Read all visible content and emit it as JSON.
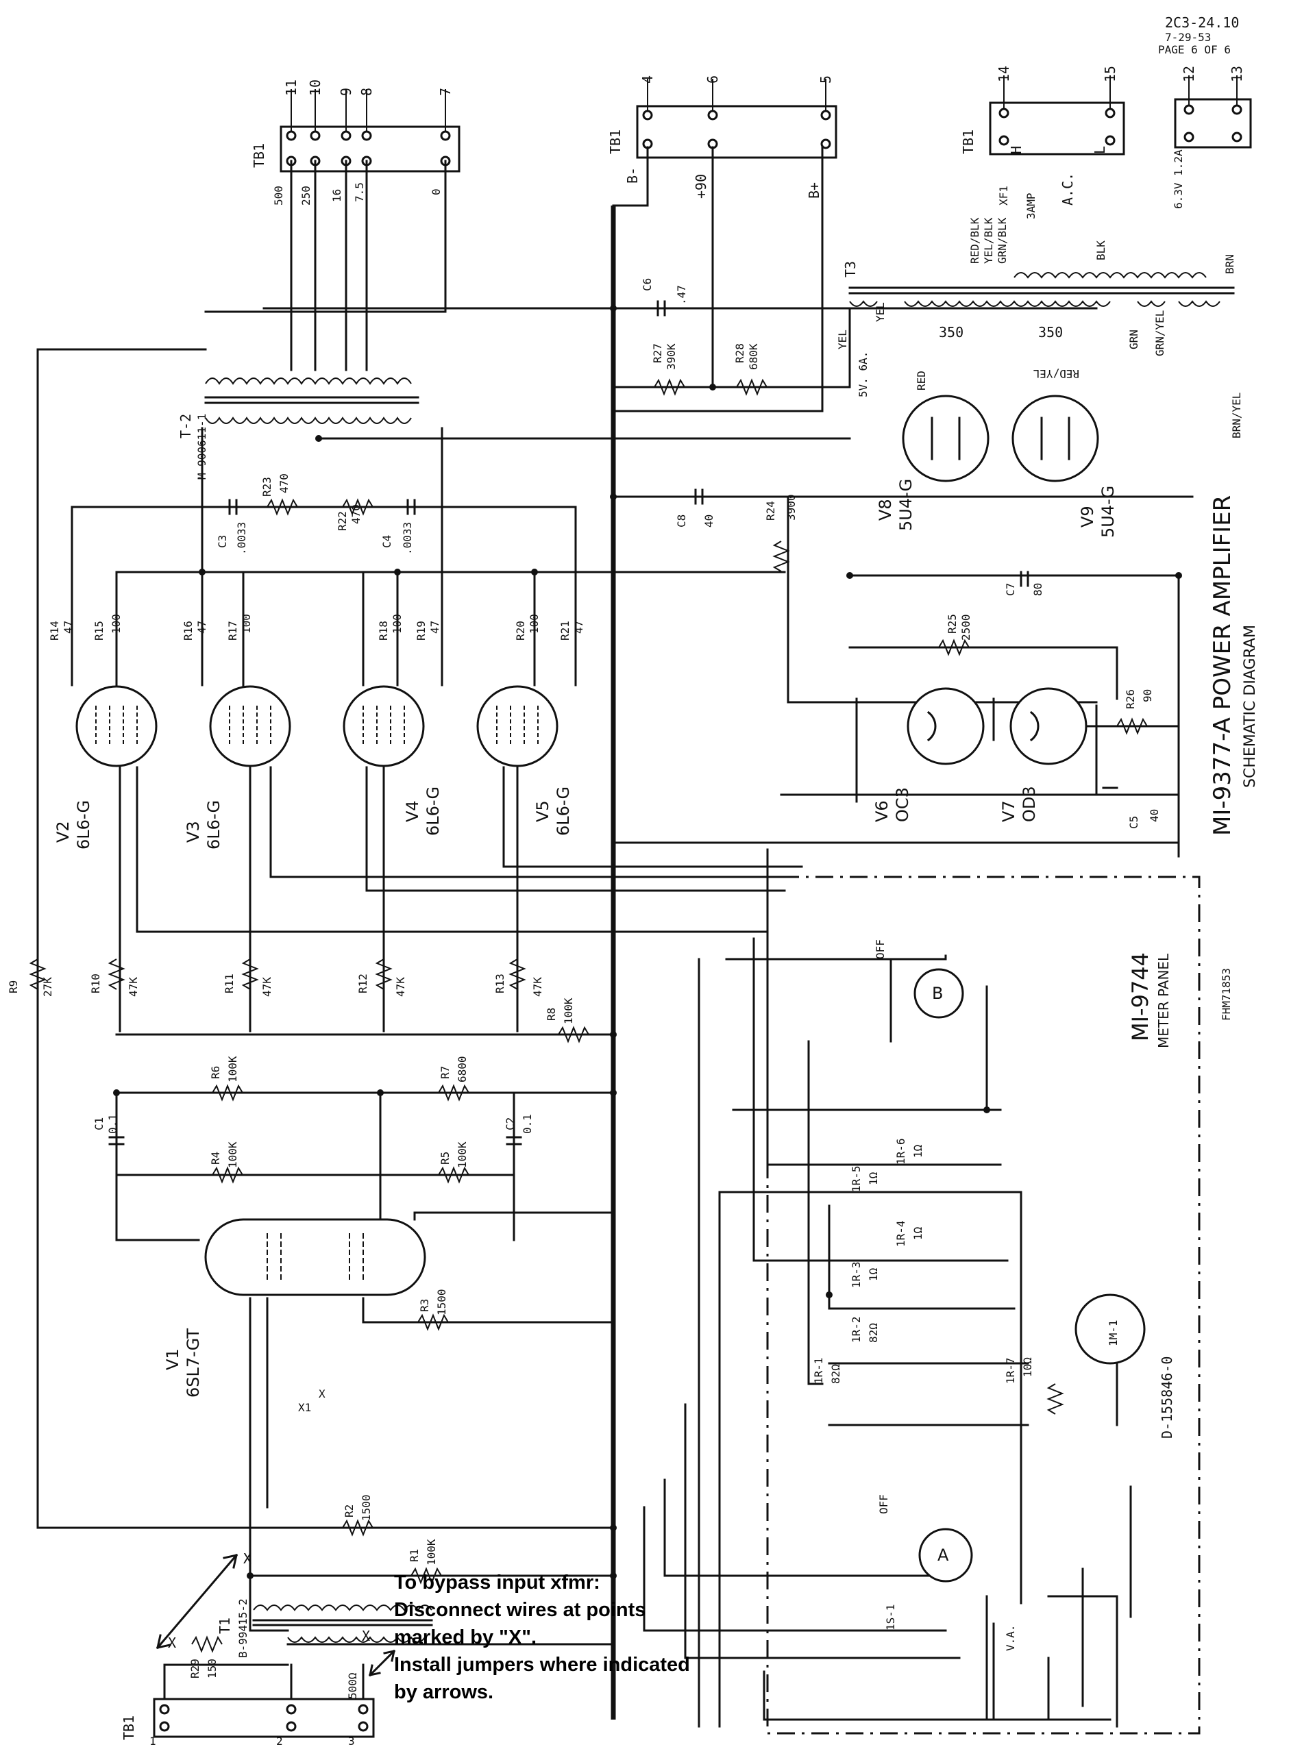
{
  "header": {
    "doc_no": "2C3-24.10",
    "date": "7-29-53",
    "page": "PAGE 6 OF 6"
  },
  "title": {
    "main": "MI-9377-A POWER AMPLIFIER",
    "sub": "SCHEMATIC DIAGRAM"
  },
  "meter_panel": {
    "title": "MI-9744",
    "sub": "METER PANEL",
    "ref": "FHM71853"
  },
  "drawing_no": "D-155846-0",
  "terminal_board": "TB1",
  "terminals": {
    "t1": "1",
    "t2": "2",
    "t3": "3",
    "t4": "4",
    "t5": "5",
    "t6": "6",
    "t7": "7",
    "t8": "8",
    "t9": "9",
    "t10": "10",
    "t11": "11",
    "t12": "12",
    "t13": "13",
    "t14": "14",
    "t15": "15"
  },
  "output_taps": [
    "500",
    "250",
    "16",
    "7.5",
    "0"
  ],
  "supply_labels": {
    "bminus": "B-",
    "p90": "+90",
    "bplus": "B+",
    "fil": "6.3V 1.2A",
    "ac": "A.C.",
    "h": "H",
    "l": "L"
  },
  "fuse": {
    "name": "XF1",
    "rating": "3AMP"
  },
  "wire_colors": [
    "RED/BLK",
    "YEL/BLK",
    "GRN/BLK",
    "BLK",
    "BRN",
    "YEL",
    "RED",
    "GRN",
    "RED/YEL",
    "BRN/YEL",
    "GRN/YEL"
  ],
  "transformers": {
    "t1": {
      "name": "T1",
      "part": "B-99415-2",
      "imp": "500Ω"
    },
    "t2": {
      "name": "T-2",
      "part": "M-900611-1"
    },
    "t3": {
      "name": "T3",
      "sec": "350",
      "fil": "5V. 6A."
    }
  },
  "tubes": [
    {
      "ref": "V1",
      "type": "6SL7-GT"
    },
    {
      "ref": "V2",
      "type": "6L6-G"
    },
    {
      "ref": "V3",
      "type": "6L6-G"
    },
    {
      "ref": "V4",
      "type": "6L6-G"
    },
    {
      "ref": "V5",
      "type": "6L6-G"
    },
    {
      "ref": "V6",
      "type": "OC3"
    },
    {
      "ref": "V7",
      "type": "OD3"
    },
    {
      "ref": "V8",
      "type": "5U4-G"
    },
    {
      "ref": "V9",
      "type": "5U4-G"
    }
  ],
  "resistors": [
    {
      "ref": "R1",
      "val": "100K"
    },
    {
      "ref": "R2",
      "val": "1500"
    },
    {
      "ref": "R3",
      "val": "1500"
    },
    {
      "ref": "R4",
      "val": "100K"
    },
    {
      "ref": "R5",
      "val": "100K"
    },
    {
      "ref": "R6",
      "val": "100K"
    },
    {
      "ref": "R7",
      "val": "6800"
    },
    {
      "ref": "R8",
      "val": "100K"
    },
    {
      "ref": "R9",
      "val": "27K"
    },
    {
      "ref": "R10",
      "val": "47K"
    },
    {
      "ref": "R11",
      "val": "47K"
    },
    {
      "ref": "R12",
      "val": "47K"
    },
    {
      "ref": "R13",
      "val": "47K"
    },
    {
      "ref": "R14",
      "val": "47"
    },
    {
      "ref": "R15",
      "val": "100"
    },
    {
      "ref": "R16",
      "val": "47"
    },
    {
      "ref": "R17",
      "val": "100"
    },
    {
      "ref": "R18",
      "val": "100"
    },
    {
      "ref": "R19",
      "val": "47"
    },
    {
      "ref": "R20",
      "val": "100"
    },
    {
      "ref": "R21",
      "val": "47"
    },
    {
      "ref": "R22",
      "val": "470"
    },
    {
      "ref": "R23",
      "val": "470"
    },
    {
      "ref": "R24",
      "val": "3900"
    },
    {
      "ref": "R25",
      "val": "2500"
    },
    {
      "ref": "R26",
      "val": "90"
    },
    {
      "ref": "R27",
      "val": "390K"
    },
    {
      "ref": "R28",
      "val": "680K"
    },
    {
      "ref": "R29",
      "val": "150"
    }
  ],
  "capacitors": [
    {
      "ref": "C1",
      "val": "0.1"
    },
    {
      "ref": "C2",
      "val": "0.1"
    },
    {
      "ref": "C3",
      "val": ".0033"
    },
    {
      "ref": "C4",
      "val": ".0033"
    },
    {
      "ref": "C5",
      "val": "40"
    },
    {
      "ref": "C6",
      "val": ".47"
    },
    {
      "ref": "C7",
      "val": "80"
    },
    {
      "ref": "C8",
      "val": "40"
    }
  ],
  "meter_resistors": [
    {
      "ref": "1R-1",
      "val": "82Ω"
    },
    {
      "ref": "1R-2",
      "val": "82Ω"
    },
    {
      "ref": "1R-3",
      "val": "1Ω"
    },
    {
      "ref": "1R-4",
      "val": "1Ω"
    },
    {
      "ref": "1R-5",
      "val": "1Ω"
    },
    {
      "ref": "1R-6",
      "val": "1Ω"
    },
    {
      "ref": "1R-7",
      "val": "10Ω"
    }
  ],
  "meter": {
    "ref": "1M-1"
  },
  "switches": {
    "a": "A",
    "b": "B",
    "off": "OFF",
    "sw": "1S-1",
    "va": "V.A."
  },
  "heater_marks": {
    "x": "X",
    "x1": "X1"
  },
  "note": {
    "line1": "To bypass input xfmr:",
    "line2": "Disconnect wires at points",
    "line3": "marked by \"X\".",
    "line4": "Install jumpers where indicated",
    "line5": "by arrows."
  }
}
